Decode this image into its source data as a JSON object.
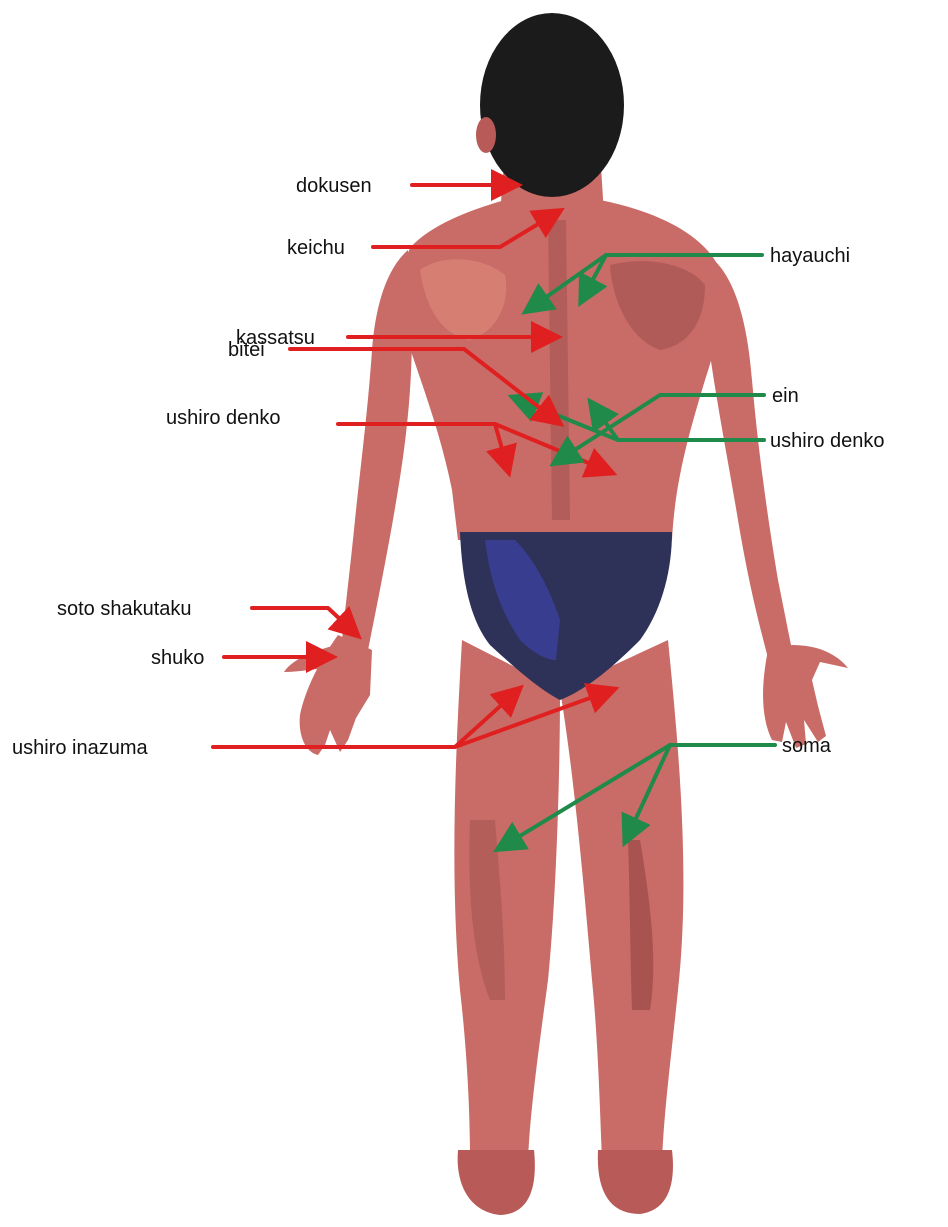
{
  "colors": {
    "skin": "#c96b66",
    "skin_dark": "#9c4f4c",
    "skin_light": "#e08a78",
    "hair": "#1b1b1b",
    "briefs": "#2e3158",
    "briefs_light": "#3a3f9a",
    "red_arrow": "#e02020",
    "green_arrow": "#1f8a4a",
    "text": "#111111"
  },
  "labels": {
    "dokusen": "dokusen",
    "keichu": "keichu",
    "hayauchi": "hayauchi",
    "kassatsu": "kassatsu",
    "ushiro_denko_left": "ushiro denko",
    "ushiro_denko_right": "ushiro denko",
    "bitei": "bitei",
    "ein": "ein",
    "soto_shakutaku": "soto shakutaku",
    "shuko": "shuko",
    "ushiro_inazuma": "ushiro inazuma",
    "soma": "soma"
  }
}
